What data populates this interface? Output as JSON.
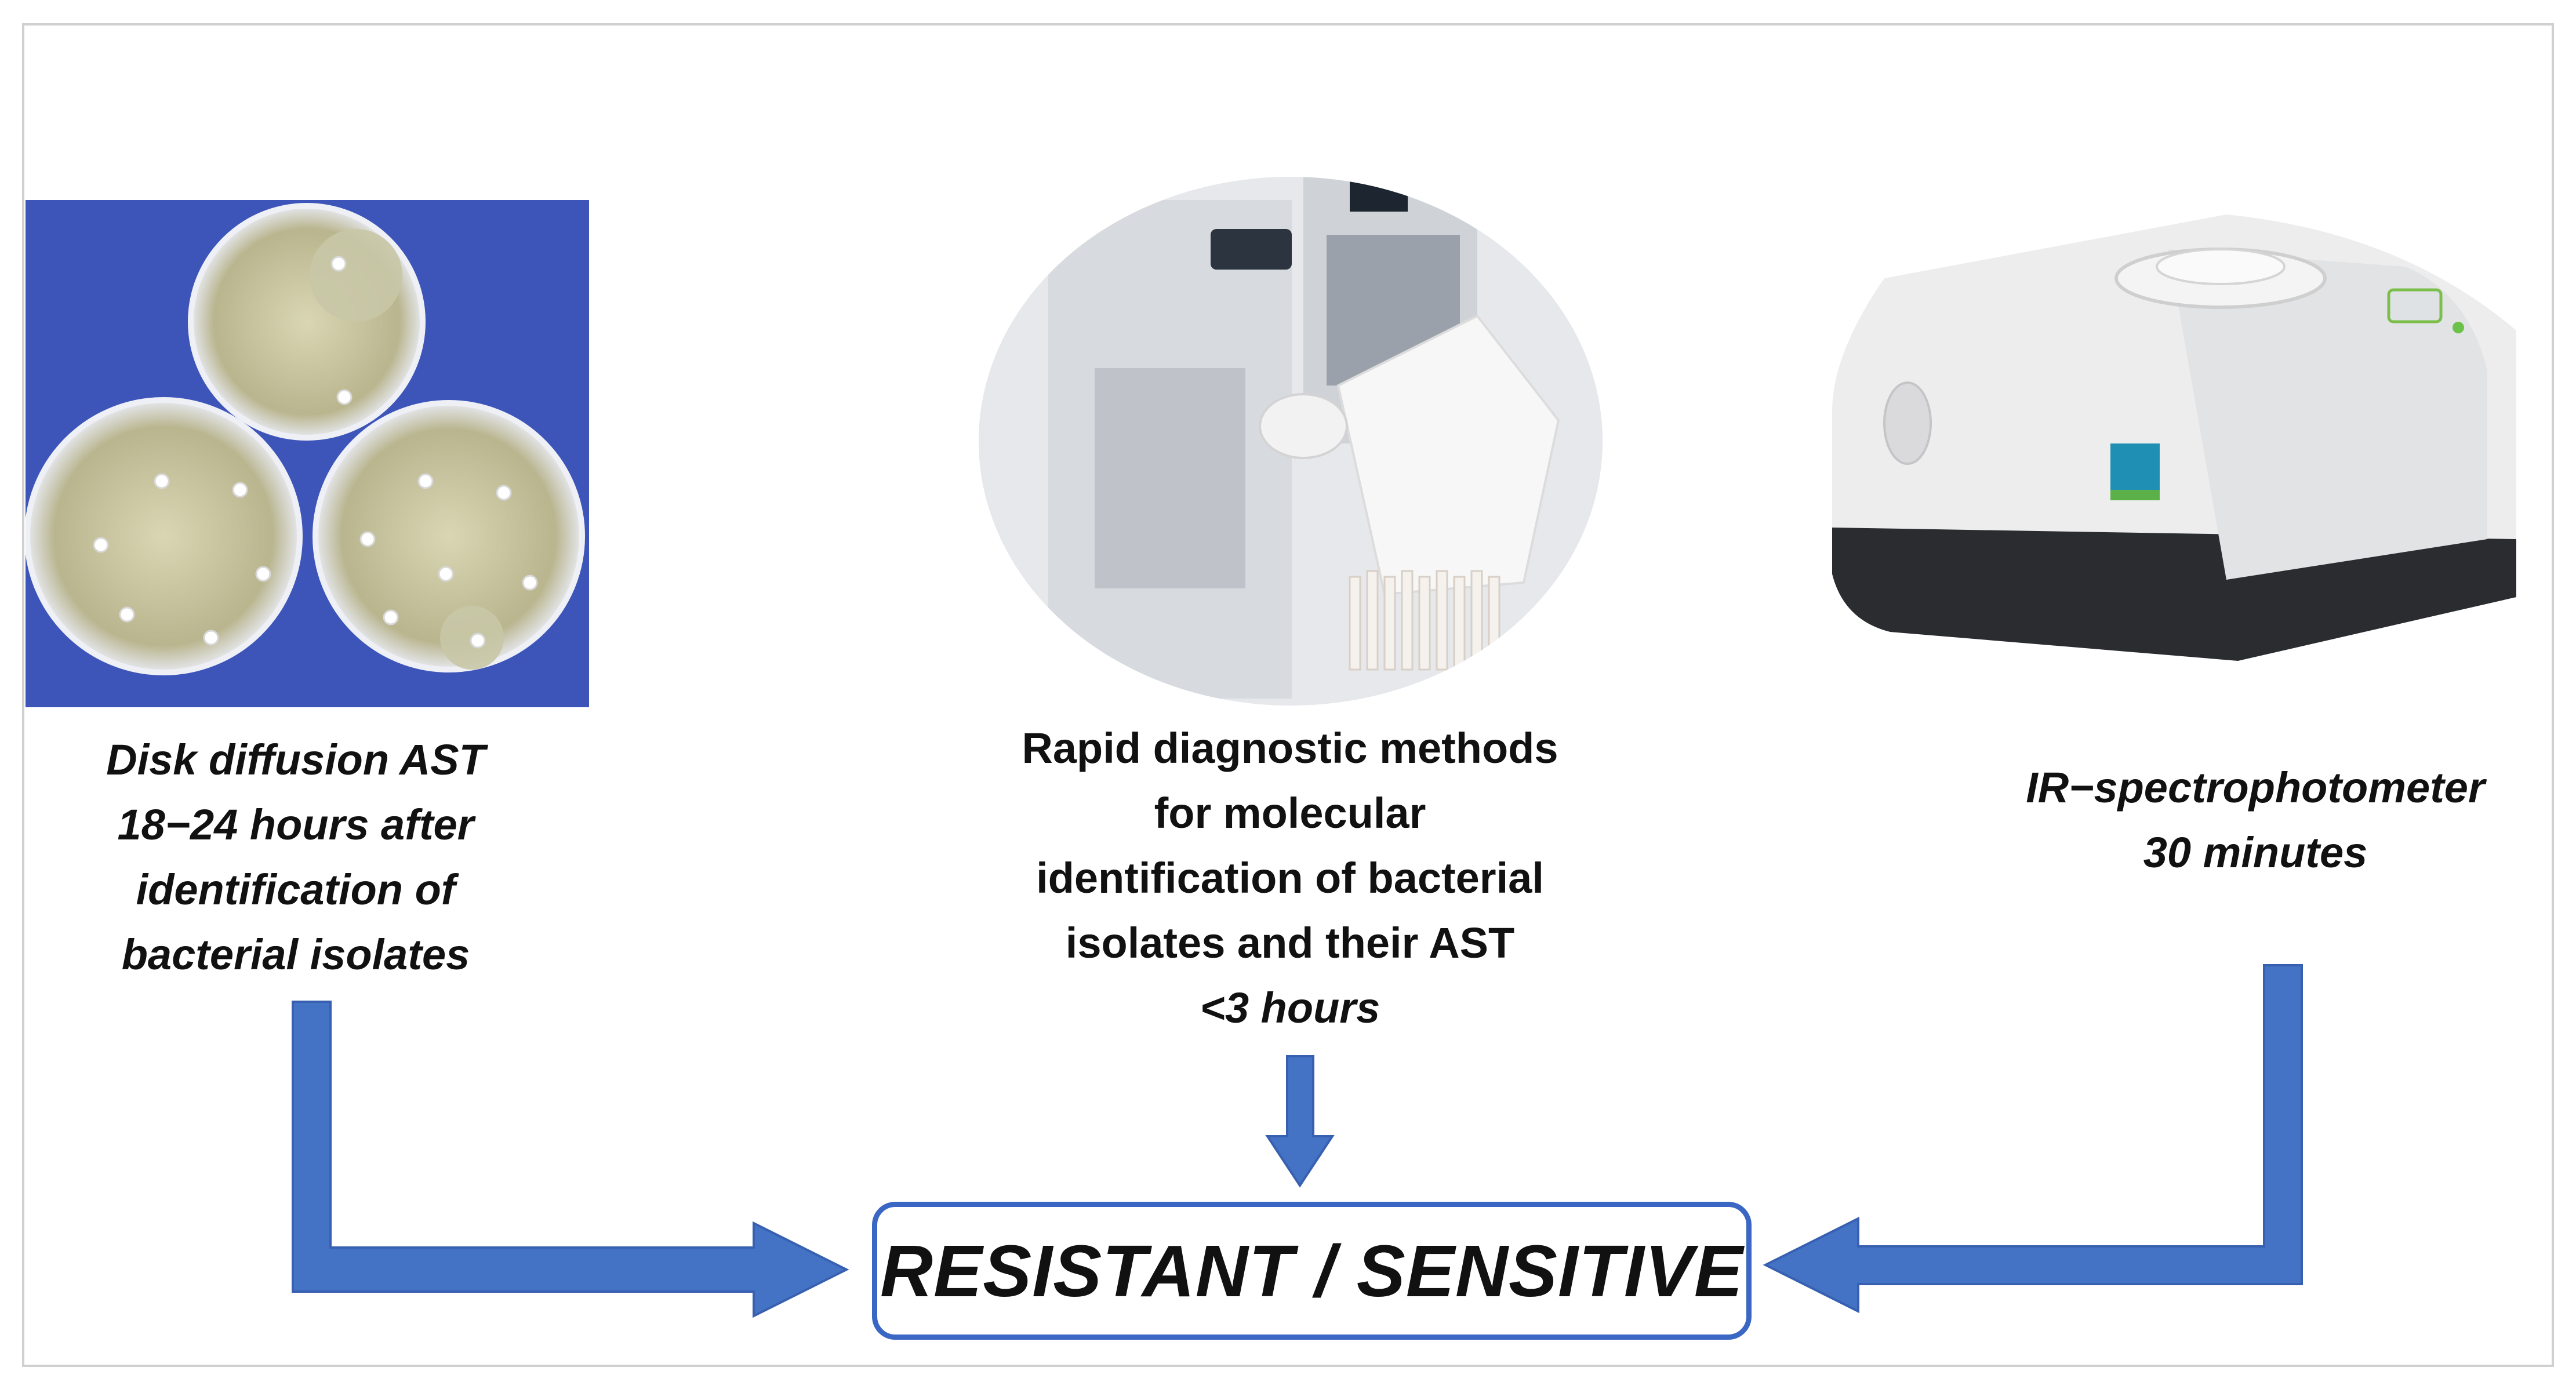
{
  "methods": [
    {
      "id": "disk-diffusion",
      "lines": [
        "Disk diffusion AST",
        "18−24 hours after",
        "identification of",
        "bacterial isolates"
      ],
      "italic_lines": [
        0,
        1,
        2,
        3
      ],
      "image": "agar-petri-dishes"
    },
    {
      "id": "rapid-molecular",
      "lines": [
        "Rapid diagnostic methods",
        "for molecular",
        "identification of bacterial",
        "isolates and their AST",
        "<3 hours"
      ],
      "italic_lines": [
        4
      ],
      "image": "automated-analyzer-lab"
    },
    {
      "id": "ir-spectro",
      "lines": [
        "IR−spectrophotometer",
        "30 minutes"
      ],
      "italic_lines": [
        0,
        1
      ],
      "image": "ir-spectrophotometer-device"
    }
  ],
  "result": {
    "label": "RESISTANT / SENSITIVE"
  },
  "colors": {
    "arrow": "#4472c4",
    "box_border": "#3a66c4",
    "frame": "#d0d0d0",
    "petri_bg": "#3b52b8"
  }
}
